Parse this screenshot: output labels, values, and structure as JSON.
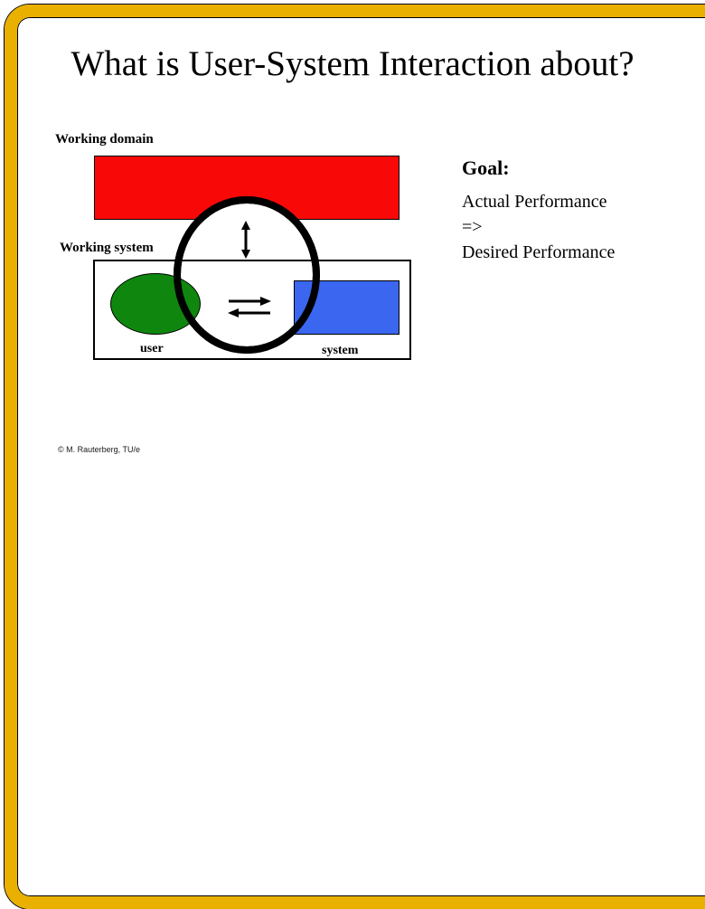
{
  "slide": {
    "title": "What is User-System Interaction about?",
    "footer": "© M. Rauterberg, TU/e"
  },
  "diagram": {
    "working_domain_label": "Working domain",
    "working_system_label": "Working system",
    "user_label": "user",
    "system_label": "system"
  },
  "goal_panel": {
    "heading": "Goal:",
    "lines": [
      "Actual Performance",
      "=>",
      "Desired Performance"
    ]
  },
  "colors": {
    "domain_red": "#F90808",
    "user_green": "#0F870F",
    "system_blue": "#3A66F0",
    "frame_gold": "#E9B000",
    "stroke_black": "#000000"
  }
}
